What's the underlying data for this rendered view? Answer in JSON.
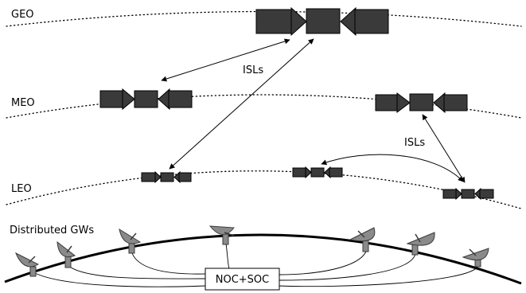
{
  "orbits": {
    "geo_label": "GEO",
    "meo_label": "MEO",
    "leo_label": "LEO"
  },
  "links": {
    "isl_label_upper": "ISLs",
    "isl_label_lower": "ISLs"
  },
  "ground": {
    "gateways_label": "Distributed GWs",
    "control_center_label": "NOC+SOC"
  },
  "colors": {
    "satellite_fill": "#3a3a3a",
    "dish_fill": "#8a8a8a",
    "line": "#000000"
  }
}
